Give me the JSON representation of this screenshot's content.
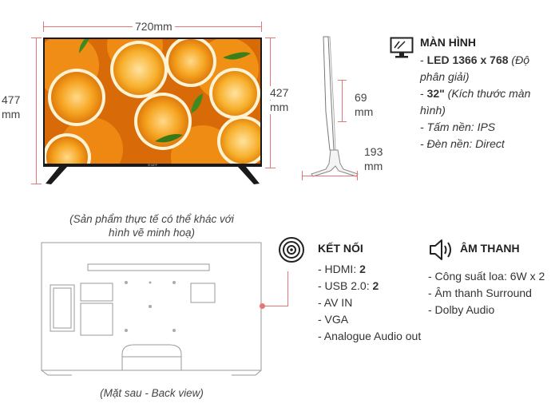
{
  "dimensions": {
    "width": "720mm",
    "height_total_value": "477",
    "height_total_unit": "mm",
    "height_panel_value": "427",
    "height_panel_unit": "mm",
    "depth_value": "69",
    "depth_unit": "mm",
    "stand_depth_value": "193",
    "stand_depth_unit": "mm"
  },
  "brand_on_bezel": "SHARP",
  "man_hinh": {
    "title": "MÀN HÌNH",
    "icon": "monitor-icon",
    "l1_prefix": "- ",
    "l1_bold": "LED 1366 x 768",
    "l1_italic": " (Độ",
    "l2_italic": "phân giải)",
    "l3_prefix": "- ",
    "l3_bold": "32\"",
    "l3_italic": " (Kích thước màn",
    "l4_italic": "hình)",
    "l5": "- Tấm nền: IPS",
    "l6": "- Đèn nền: Direct"
  },
  "disclaimer_line1": "(Sản phẩm thực tế có thể khác với",
  "disclaimer_line2": "hình vẽ minh hoạ)",
  "back_view_caption": "(Mặt sau - Back view)",
  "ket_noi": {
    "title": "KẾT NỐI",
    "icon": "wireless-signal-icon",
    "items": [
      {
        "label": "- HDMI: ",
        "bold": "2"
      },
      {
        "label": "- USB 2.0: ",
        "bold": "2"
      },
      {
        "label": "- AV IN",
        "bold": ""
      },
      {
        "label": "- VGA",
        "bold": ""
      },
      {
        "label": "- Analogue Audio out",
        "bold": ""
      }
    ]
  },
  "am_thanh": {
    "title": "ÂM THANH",
    "icon": "speaker-icon",
    "items": [
      "- Công suất loa: 6W x 2",
      "- Âm thanh Surround",
      "- Dolby Audio"
    ]
  },
  "colors": {
    "dimension_line": "#e87575",
    "frame": "#222222",
    "orange": "#f39a1e"
  }
}
